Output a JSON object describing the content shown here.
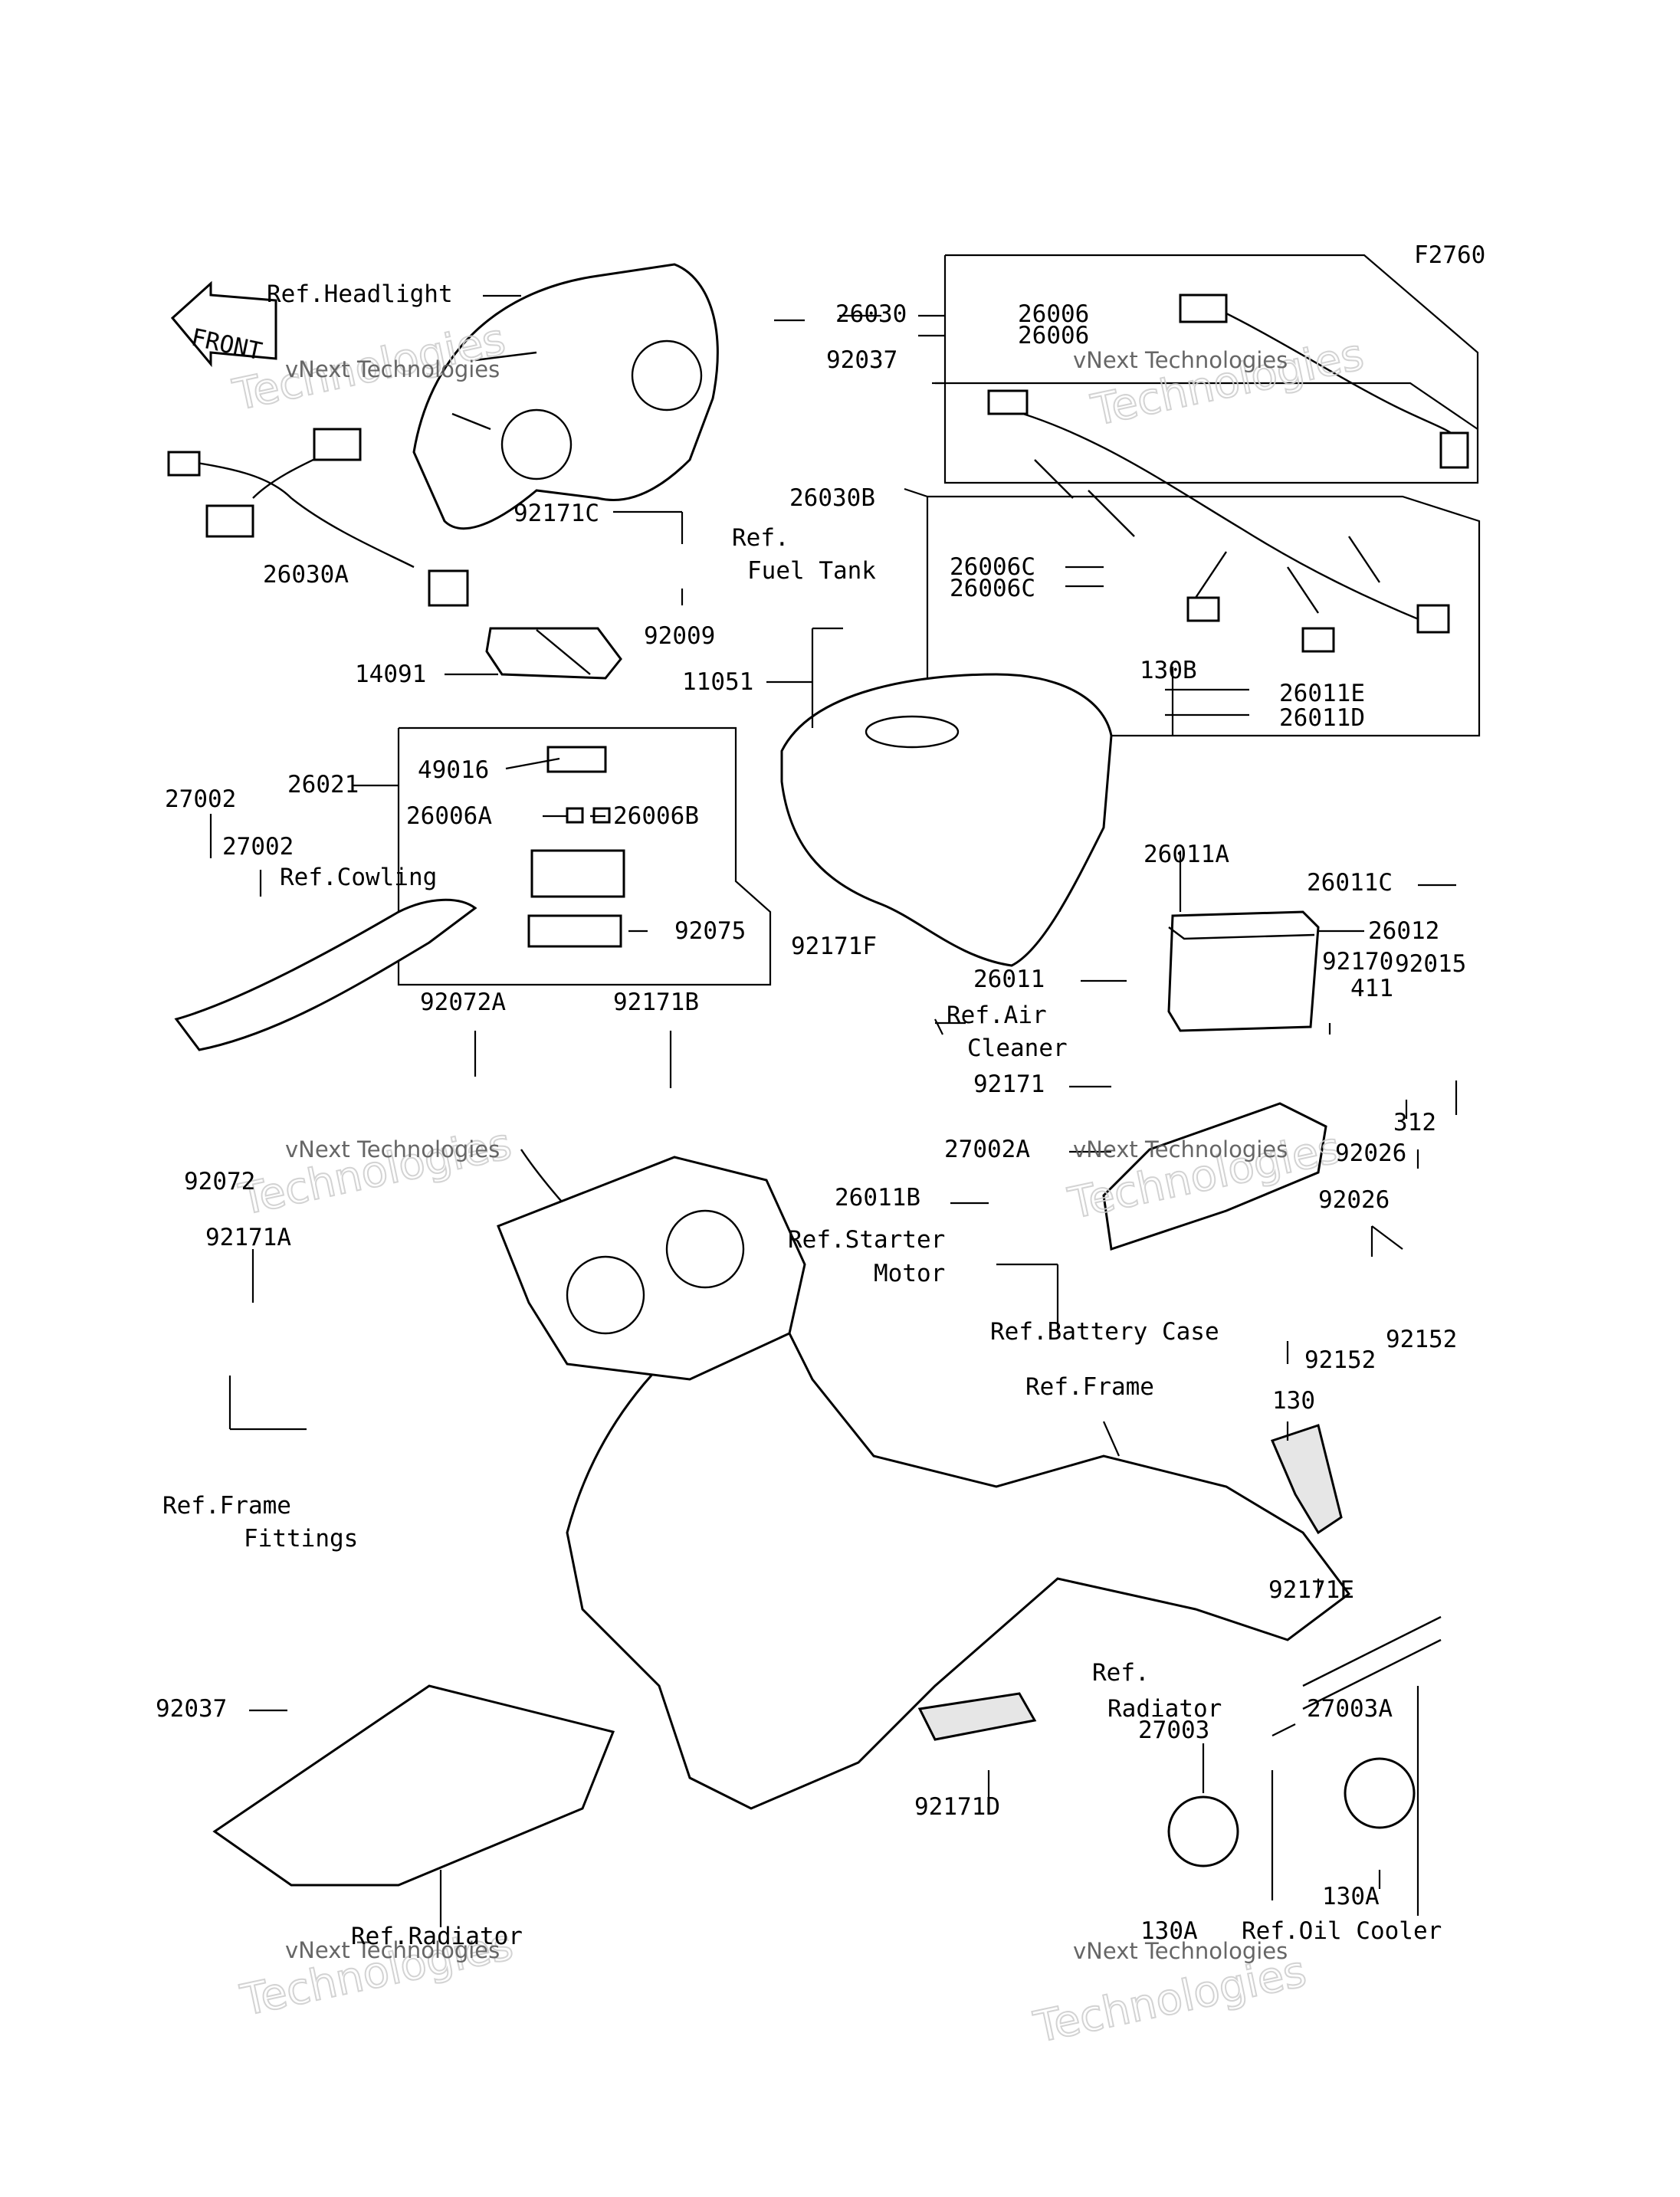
{
  "figure_code": "F2760",
  "front_label": "FRONT",
  "watermark": {
    "brand": "vNext Technologies",
    "big": "Technologies"
  },
  "references": {
    "headlight": "Ref.Headlight",
    "fuel_tank_1": "Ref.",
    "fuel_tank_2": "Fuel Tank",
    "cowling": "Ref.Cowling",
    "air_cleaner_1": "Ref.Air",
    "air_cleaner_2": "Cleaner",
    "starter_motor_1": "Ref.Starter",
    "starter_motor_2": "Motor",
    "battery_case": "Ref.Battery Case",
    "frame": "Ref.Frame",
    "frame_fittings_1": "Ref.Frame",
    "frame_fittings_2": "Fittings",
    "radiator_a_1": "Ref.",
    "radiator_a_2": "Radiator",
    "radiator_b": "Ref.Radiator",
    "oil_cooler": "Ref.Oil Cooler"
  },
  "parts": {
    "p26030": "26030",
    "p26006_1": "26006",
    "p26006_2": "26006",
    "p92037_top": "92037",
    "p26030B": "26030B",
    "p92171C": "92171C",
    "p26030A": "26030A",
    "p26006C_1": "26006C",
    "p26006C_2": "26006C",
    "p92009": "92009",
    "p14091": "14091",
    "p11051": "11051",
    "p130B": "130B",
    "p26011E": "26011E",
    "p26011D": "26011D",
    "p49016": "49016",
    "p26021": "26021",
    "p27002_1": "27002",
    "p27002_2": "27002",
    "p26006A": "26006A",
    "p26006B": "26006B",
    "p26011A": "26011A",
    "p26011C": "26011C",
    "p26012": "26012",
    "p92075": "92075",
    "p92171F": "92171F",
    "p92170": "92170",
    "p92015": "92015",
    "p26011": "26011",
    "p411": "411",
    "p92072A": "92072A",
    "p92171B": "92171B",
    "p92171": "92171",
    "p312": "312",
    "p27002A": "27002A",
    "p92026_1": "92026",
    "p92072": "92072",
    "p26011B": "26011B",
    "p92026_2": "92026",
    "p92171A": "92171A",
    "p92152_1": "92152",
    "p92152_2": "92152",
    "p130": "130",
    "p92171E": "92171E",
    "p92037_bot": "92037",
    "p27003A": "27003A",
    "p27003": "27003",
    "p92171D": "92171D",
    "p130A_1": "130A",
    "p130A_2": "130A"
  }
}
